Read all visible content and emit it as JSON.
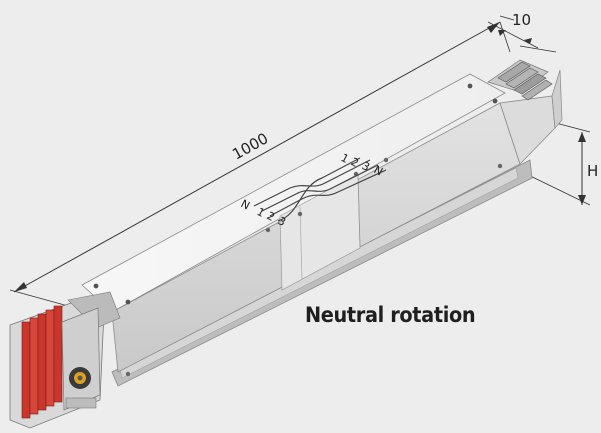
{
  "caption": "Neutral rotation",
  "dimensions": {
    "length": "1000",
    "width": "10",
    "height": "H"
  },
  "phase_labels": {
    "top": [
      "1",
      "2",
      "3",
      "N"
    ],
    "bottom": [
      "N",
      "1",
      "2",
      "3"
    ]
  },
  "colors": {
    "background": "#ededed",
    "housing": "#f4f4f4",
    "insulator": "#c8362c"
  }
}
